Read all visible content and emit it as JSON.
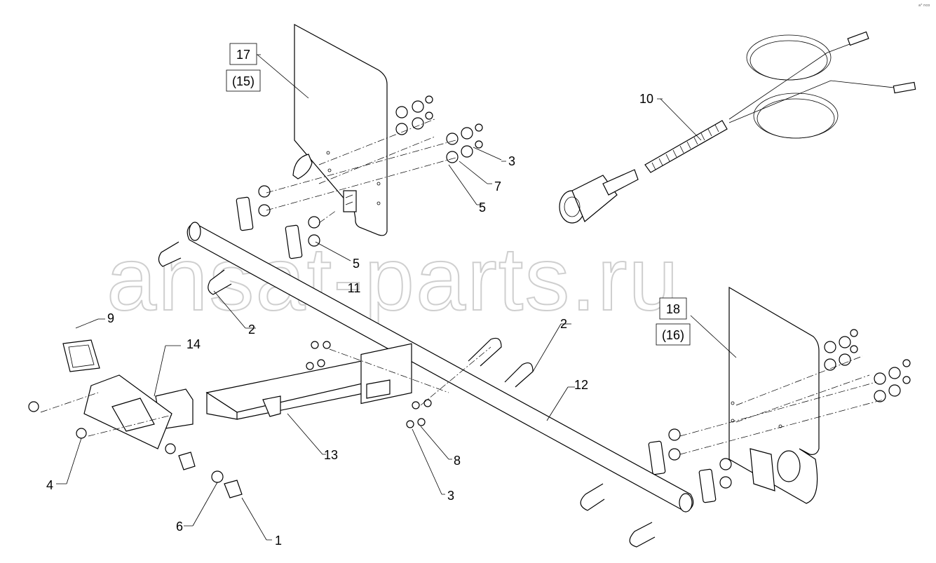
{
  "watermark": "ansat-parts.ru",
  "corner_mark": "a° nco",
  "callouts": {
    "p1": "1",
    "p2a": "2",
    "p2b": "2",
    "p3a": "3",
    "p3b": "3",
    "p4": "4",
    "p5a": "5",
    "p5b": "5",
    "p6": "6",
    "p7": "7",
    "p8": "8",
    "p9": "9",
    "p10": "10",
    "p11": "11",
    "p12": "12",
    "p13": "13",
    "p14": "14",
    "p17": "17",
    "p15": "(15)",
    "p18": "18",
    "p16": "(16)"
  }
}
